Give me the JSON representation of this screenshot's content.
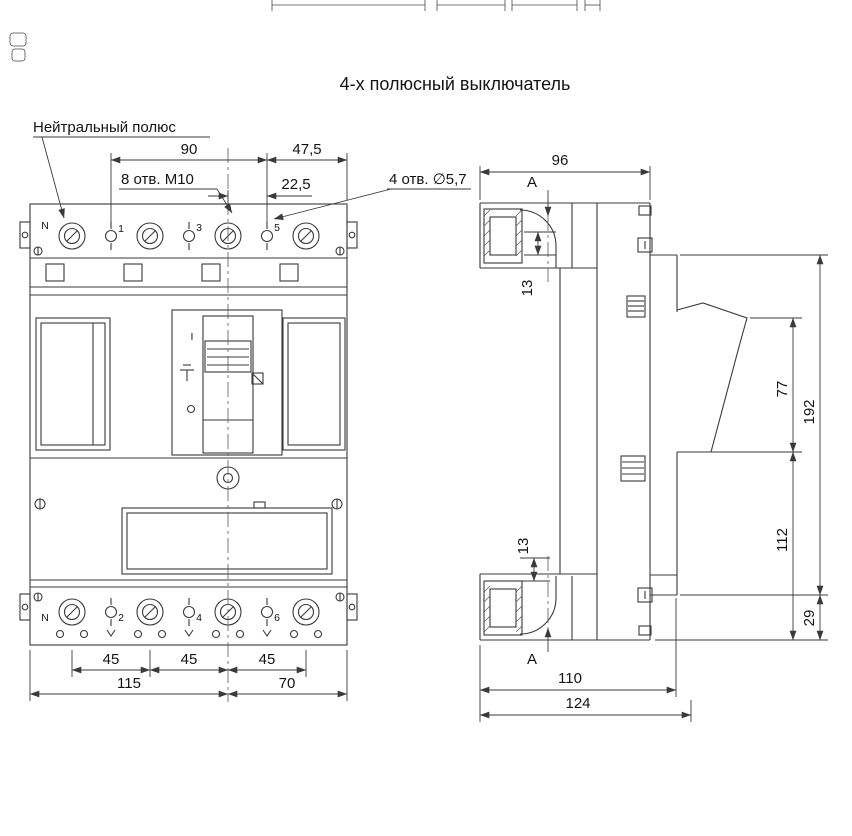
{
  "title": "4-х полюсный выключатель",
  "annotations": {
    "neutral_pole": "Нейтральный полюс",
    "holes_m10": "8 отв. М10",
    "holes_d57": "4 отв. ∅5,7",
    "section_label_top": "A",
    "section_label_bottom": "A"
  },
  "front_view": {
    "top_terminals": [
      "N",
      "1",
      "3",
      "5"
    ],
    "bottom_terminals": [
      "N",
      "2",
      "4",
      "6"
    ],
    "toggle_on_label": "I",
    "dimensions": {
      "d90": "90",
      "d47_5": "47,5",
      "d22_5": "22,5",
      "d45_a": "45",
      "d45_b": "45",
      "d45_c": "45",
      "d115": "115",
      "d70": "70"
    }
  },
  "side_view": {
    "dimensions": {
      "d96": "96",
      "d13_top": "13",
      "d13_bottom": "13",
      "d77": "77",
      "d192": "192",
      "d112": "112",
      "d29": "29",
      "d110": "110",
      "d124": "124"
    }
  }
}
